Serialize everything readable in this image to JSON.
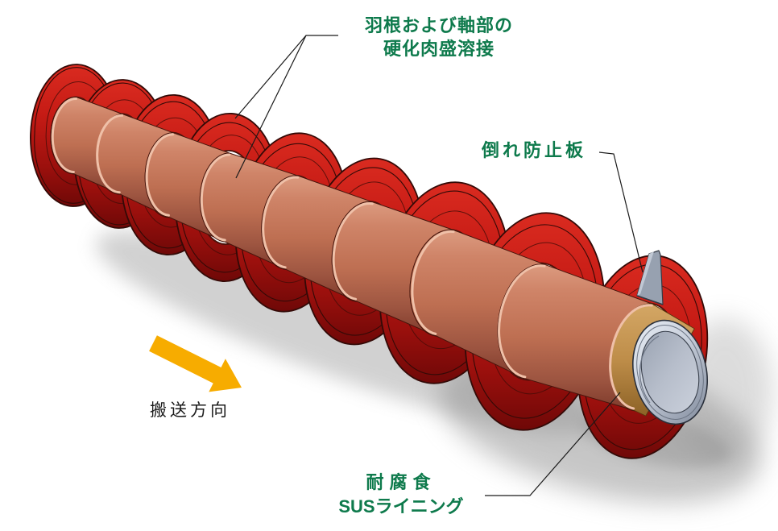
{
  "annotations": {
    "weld": {
      "line1": "羽根および軸部の",
      "line2": "硬化肉盛溶接"
    },
    "anti_tip_plate": {
      "label": "倒れ防止板"
    },
    "sus_lining": {
      "line1": "耐腐食",
      "line2": "SUSライニング"
    },
    "direction": {
      "label": "搬送方向"
    }
  },
  "icons": {
    "direction_arrow": "thick-arrow-pointing-down-right"
  },
  "colors": {
    "label_green": "#0E7A4C",
    "text_black": "#1C1C1C",
    "leader": "#1A1A1A",
    "arrow_yellow": "#F7AC00",
    "flight": [
      "#DA2B20",
      "#C61B15",
      "#9C100D",
      "#6F0807"
    ],
    "flight_edge": "#330A07",
    "shaft": [
      "#DC9B80",
      "#CF8468",
      "#BE6F52",
      "#9C5440",
      "#7E3B2C"
    ],
    "shaft_edge": "#46150C",
    "collar": "#EFC0A8",
    "tan": [
      "#D4A765",
      "#BE8D49",
      "#8C6226"
    ],
    "tan_edge": "#57380F",
    "silver": [
      "#E8EDF4",
      "#C9D0DC",
      "#9AA3B3",
      "#8A93A3"
    ],
    "silver_edge": "#2A303B",
    "interior": [
      "#9AA3B2",
      "#B7BECB",
      "#CBD1DC"
    ],
    "plate_gray": "#97A1B0",
    "plate_light": "#C0C8D4",
    "plate_edge": "#343A44",
    "shadow": "#8E8E8E"
  }
}
